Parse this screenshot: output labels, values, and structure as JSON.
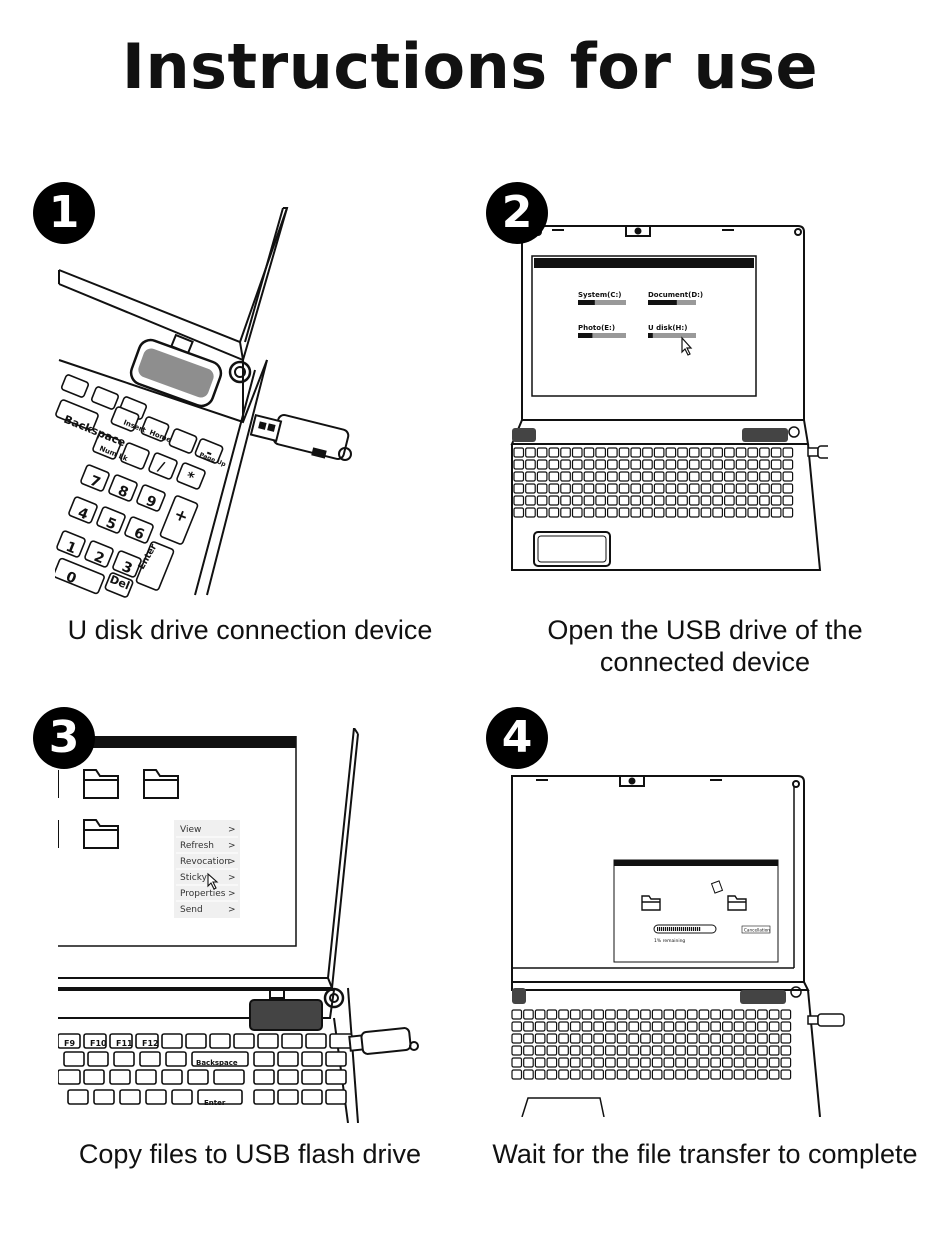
{
  "title": "Instructions for use",
  "steps": [
    {
      "number": "1",
      "caption": "U disk drive connection device"
    },
    {
      "number": "2",
      "caption": "Open the USB drive of the connected device",
      "screen": {
        "drives": [
          {
            "label": "System(C:)",
            "fill": 0.35
          },
          {
            "label": "Document(D:)",
            "fill": 0.6
          },
          {
            "label": "Photo(E:)",
            "fill": 0.3
          },
          {
            "label": "U disk(H:)",
            "fill": 0.1
          }
        ]
      }
    },
    {
      "number": "3",
      "caption": "Copy files to USB flash drive",
      "context_menu": [
        "View",
        "Refresh",
        "Revocation",
        "Sticky",
        "Properties",
        "Send"
      ]
    },
    {
      "number": "4",
      "caption": "Wait for the file transfer to complete",
      "dialog": {
        "status": "1% remaining",
        "cancel": "Cancellation",
        "progress": 0.8
      }
    }
  ],
  "keyboard_labels_step1": [
    "Backspace",
    "Insert",
    "Home",
    "Page Up",
    "Num Lk",
    "Del",
    "Enter",
    "7",
    "8",
    "9",
    "4",
    "5",
    "6",
    "1",
    "2",
    "3",
    "0",
    "+",
    "-",
    "*",
    "/"
  ],
  "keyboard_labels_step3": [
    "F9",
    "F10",
    "F11",
    "F12",
    "Backspace",
    "Enter"
  ]
}
